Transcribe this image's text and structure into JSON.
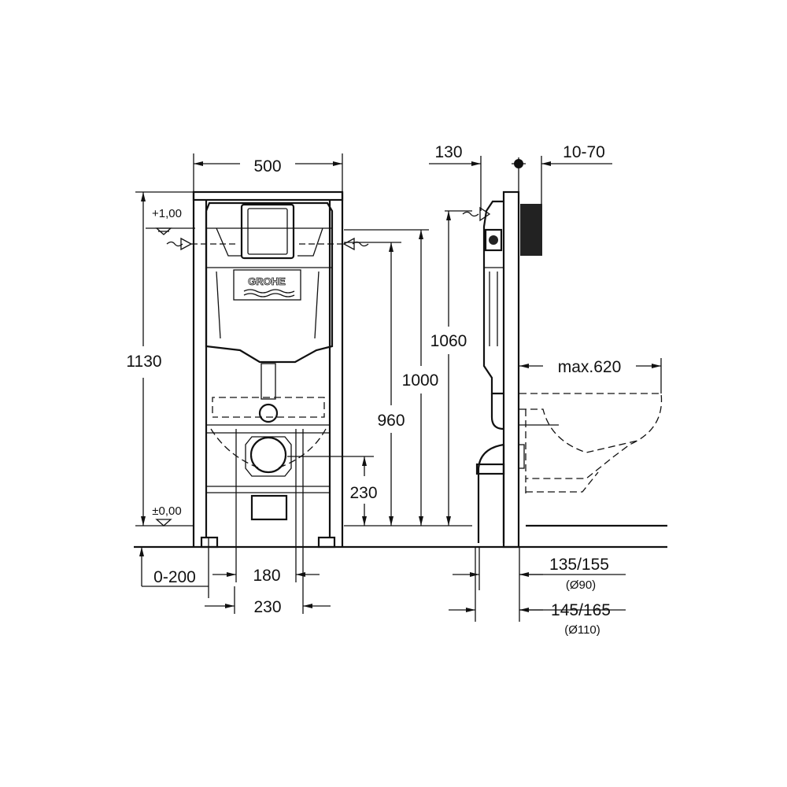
{
  "front_view": {
    "width": "500",
    "height_total": "1130",
    "level_top": "+1,00",
    "level_floor": "±0,00",
    "height_1000": "1000",
    "height_960": "960",
    "height_230": "230",
    "adjust_range": "0-200",
    "spacing_180": "180",
    "spacing_230": "230",
    "brand_logo": "GROHE"
  },
  "side_view": {
    "depth_130": "130",
    "wall_offset": "10-70",
    "height_1060": "1060",
    "max_projection": "max.620",
    "pipe_90_dim": "135/155",
    "pipe_90_label": "(Ø90)",
    "pipe_110_dim": "145/165",
    "pipe_110_label": "(Ø110)"
  }
}
